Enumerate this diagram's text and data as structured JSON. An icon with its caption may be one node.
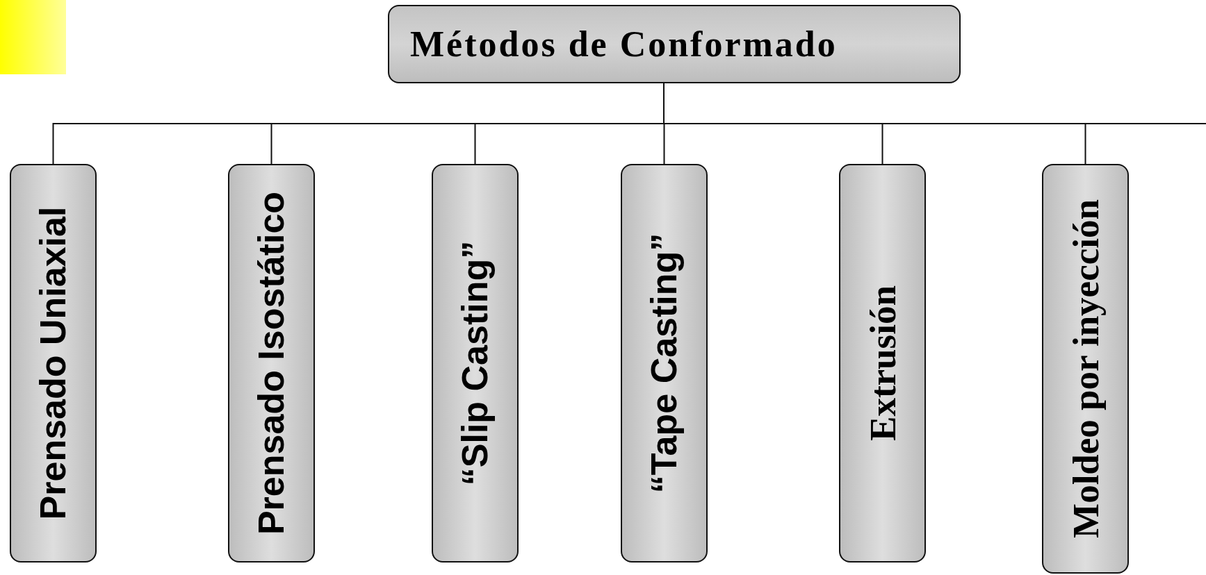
{
  "diagram": {
    "nodes": [
      {
        "text": [
          "Métodos de Conformado"
        ]
      },
      {
        "text": [
          "Prensado Uniaxial"
        ]
      },
      {
        "text": [
          "Prensado Isostático"
        ]
      },
      {
        "text": [
          "“Slip Casting”"
        ]
      },
      {
        "text": [
          "“Tape Casting”"
        ]
      },
      {
        "text": [
          "Extrusión"
        ]
      },
      {
        "text": [
          "Moldeo por inyección"
        ]
      }
    ],
    "edges": [
      {
        "from": 0,
        "to": 1,
        "arrow": "none"
      },
      {
        "from": 0,
        "to": 2,
        "arrow": "none"
      },
      {
        "from": 0,
        "to": 3,
        "arrow": "none"
      },
      {
        "from": 0,
        "to": 4,
        "arrow": "none"
      },
      {
        "from": 0,
        "to": 5,
        "arrow": "none"
      },
      {
        "from": 0,
        "to": 6,
        "arrow": "none"
      }
    ]
  }
}
